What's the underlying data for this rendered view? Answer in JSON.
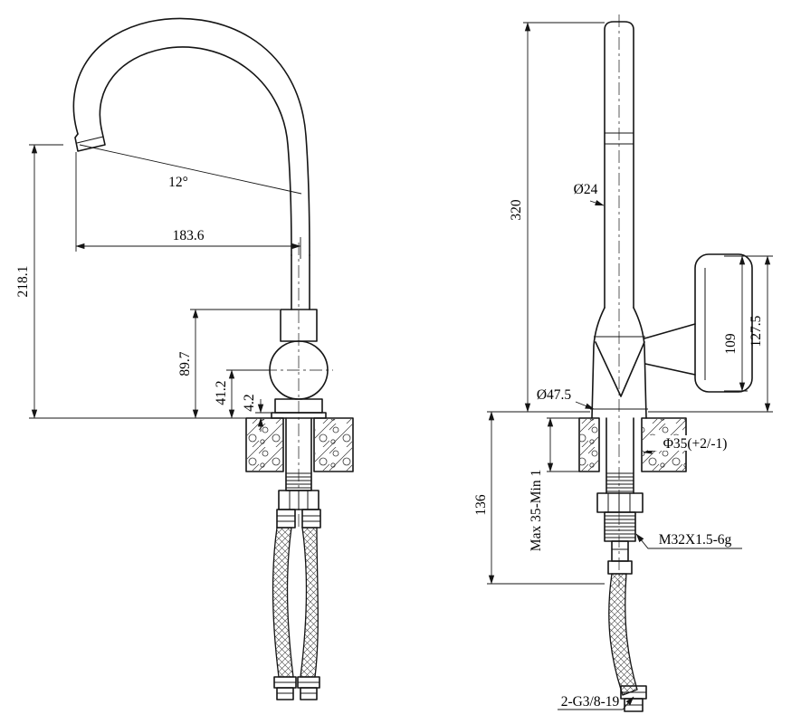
{
  "drawing": {
    "side_view": {
      "angle": "12°",
      "dim_reach": "183.6",
      "dim_height": "218.1",
      "dim_body": "89.7",
      "dim_handle": "41.2",
      "dim_base": "4.2"
    },
    "front_view": {
      "dim_column": "320",
      "dim_spout_dia": "Ø24",
      "dim_handle_len": "109",
      "dim_handle_total": "127.5",
      "dim_base_dia": "Ø47.5",
      "dim_hole_dia": "Φ35(+2/-1)",
      "dim_under_counter": "136",
      "note_mount_range": "Max 35-Min 1",
      "note_thread": "M32X1.5-6g",
      "note_hose_thread": "2-G3/8-19"
    }
  }
}
